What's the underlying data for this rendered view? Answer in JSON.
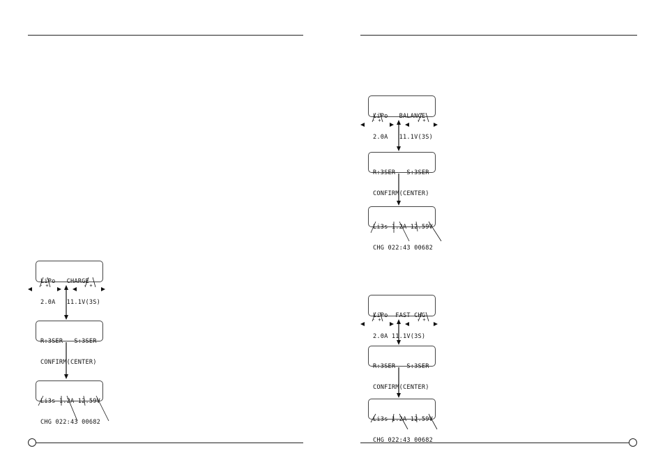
{
  "screens": {
    "charge": {
      "mode": {
        "line1": "LiPo   CHARGE",
        "line2": "2.0A   11.1V(3S)"
      },
      "confirm": {
        "line1": "R:3SER   S:3SER",
        "line2": "CONFIRM(CENTER)"
      },
      "status": {
        "line1": "Li3s 1.2A 12.59V",
        "line2": "CHG 022:43 00682"
      }
    },
    "balance": {
      "mode": {
        "line1": "LiPo   BALANCE",
        "line2": "2.0A   11.1V(3S)"
      },
      "confirm": {
        "line1": "R:3SER   S:3SER",
        "line2": "CONFIRM(CENTER)"
      },
      "status": {
        "line1": "Li3s 1.2A 12.59V",
        "line2": "CHG 022:43 00682"
      }
    },
    "fast_charge": {
      "mode": {
        "line1": "LiPo  FAST CHG",
        "line2": "2.0A 11.1V(3S)"
      },
      "confirm": {
        "line1": "R:3SER   S:3SER",
        "line2": "CONFIRM(CENTER)"
      },
      "status": {
        "line1": "Li3s 1.2A 12.59V",
        "line2": "CHG 022:43 00682"
      }
    }
  },
  "adjust_labels": {
    "left": "- +",
    "right": "- +"
  },
  "icons": {
    "left_arrow": "triangle-left-icon",
    "right_arrow": "triangle-right-icon",
    "vertical_arrow": "double-arrow-icon"
  }
}
